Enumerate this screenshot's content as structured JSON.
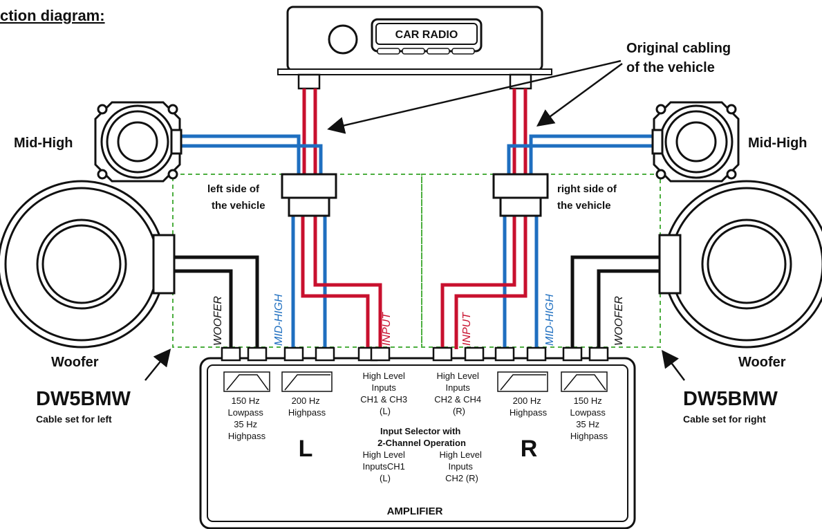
{
  "title": "ction diagram:",
  "radio": {
    "label": "CAR RADIO"
  },
  "cabling_note": {
    "line1": "Original cabling",
    "line2": "of the vehicle"
  },
  "speakers": {
    "mid_high_left": "Mid-High",
    "mid_high_right": "Mid-High",
    "woofer_left": "Woofer",
    "woofer_right": "Woofer"
  },
  "sides": {
    "left": {
      "line1": "left side of",
      "line2": "the vehicle"
    },
    "right": {
      "line1": "right side of",
      "line2": "the vehicle"
    }
  },
  "wire_labels": {
    "woofer_left": "WOOFER",
    "mid_high_left": "MID-HIGH",
    "input_left": "INPUT",
    "input_right": "INPUT",
    "mid_high_right": "MID-HIGH",
    "woofer_right": "WOOFER"
  },
  "cable_sets": {
    "left": {
      "model": "DW5BMW",
      "desc": "Cable set for left"
    },
    "right": {
      "model": "DW5BMW",
      "desc": "Cable set for right"
    }
  },
  "amplifier": {
    "name": "AMPLIFIER",
    "left_letter": "L",
    "right_letter": "R",
    "filter_left_woofer": [
      "150 Hz",
      "Lowpass",
      "35 Hz",
      "Highpass"
    ],
    "filter_left_mid": [
      "200 Hz",
      "Highpass"
    ],
    "inputs_left": [
      "High Level",
      "Inputs",
      "CH1 & CH3",
      "(L)"
    ],
    "inputs_right": [
      "High Level",
      "Inputs",
      "CH2 & CH4",
      "(R)"
    ],
    "selector": [
      "Input Selector with",
      "2-Channel Operation"
    ],
    "two_ch_left": [
      "High Level",
      "InputsCH1",
      "(L)"
    ],
    "two_ch_right": [
      "High Level",
      "Inputs",
      "CH2 (R)"
    ],
    "filter_right_mid": [
      "200 Hz",
      "Highpass"
    ],
    "filter_right_woofer": [
      "150 Hz",
      "Lowpass",
      "35 Hz",
      "Highpass"
    ]
  },
  "colors": {
    "red_wire": "#c8102e",
    "blue_wire": "#1f6fc0",
    "black_wire": "#111111",
    "dashed_box": "#4cae3f"
  }
}
